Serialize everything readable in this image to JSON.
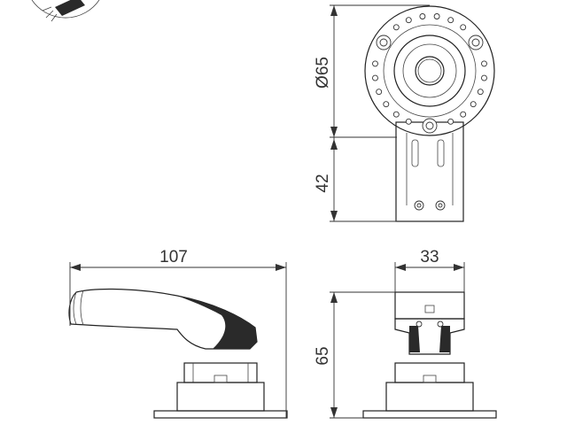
{
  "dimensions": {
    "diameter": "Ø65",
    "bracket": "42",
    "length": "107",
    "width": "33",
    "height": "65"
  },
  "colors": {
    "line": "#222222",
    "fill_light": "#f4f4f4",
    "fill_dark": "#2a2a2a"
  }
}
